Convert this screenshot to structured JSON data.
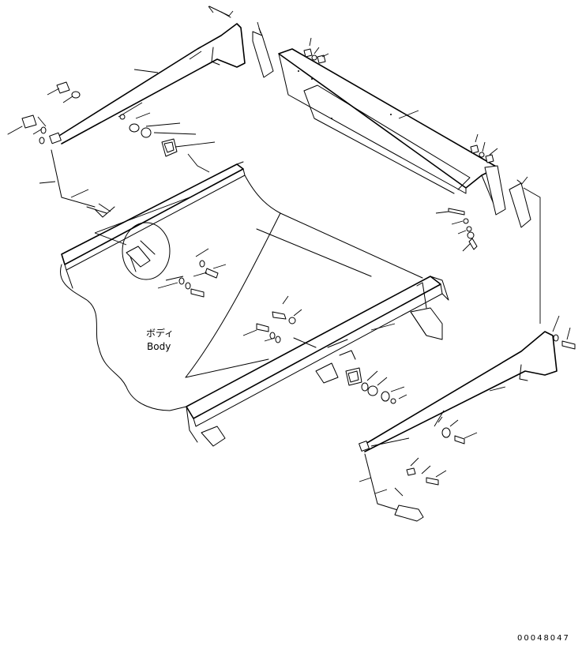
{
  "diagram": {
    "body_label_jp": "ボディ",
    "body_label_en": "Body",
    "drawing_number": "00048047"
  },
  "colors": {
    "line": "#000000",
    "background": "#ffffff"
  }
}
